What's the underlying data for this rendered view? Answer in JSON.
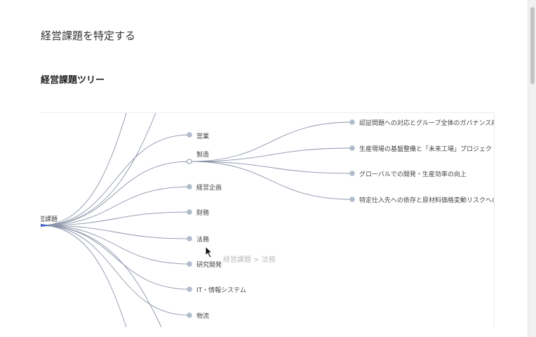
{
  "page_title": "経営課題を特定する",
  "section_title": "経営課題ツリー",
  "tree": {
    "root": "経営課題",
    "children": [
      "営業",
      "製造",
      "経営企画",
      "財務",
      "法務",
      "研究開発",
      "IT・情報システム",
      "物流"
    ],
    "expanded_child": "製造",
    "grandchildren": [
      "認証問題への対応とグループ全体のガバナンス再構築",
      "生産現場の基盤整備と「未来工場」プロジェクト",
      "グローバルでの開発・生産効率の向上",
      "特定仕入先への依存と原材料価格変動リスクへの対応"
    ]
  },
  "tooltip": "経営課題 > 法務",
  "colors": {
    "link": "#8a94a8",
    "node": "#b0bccc",
    "accent": "#3a5bc7"
  }
}
